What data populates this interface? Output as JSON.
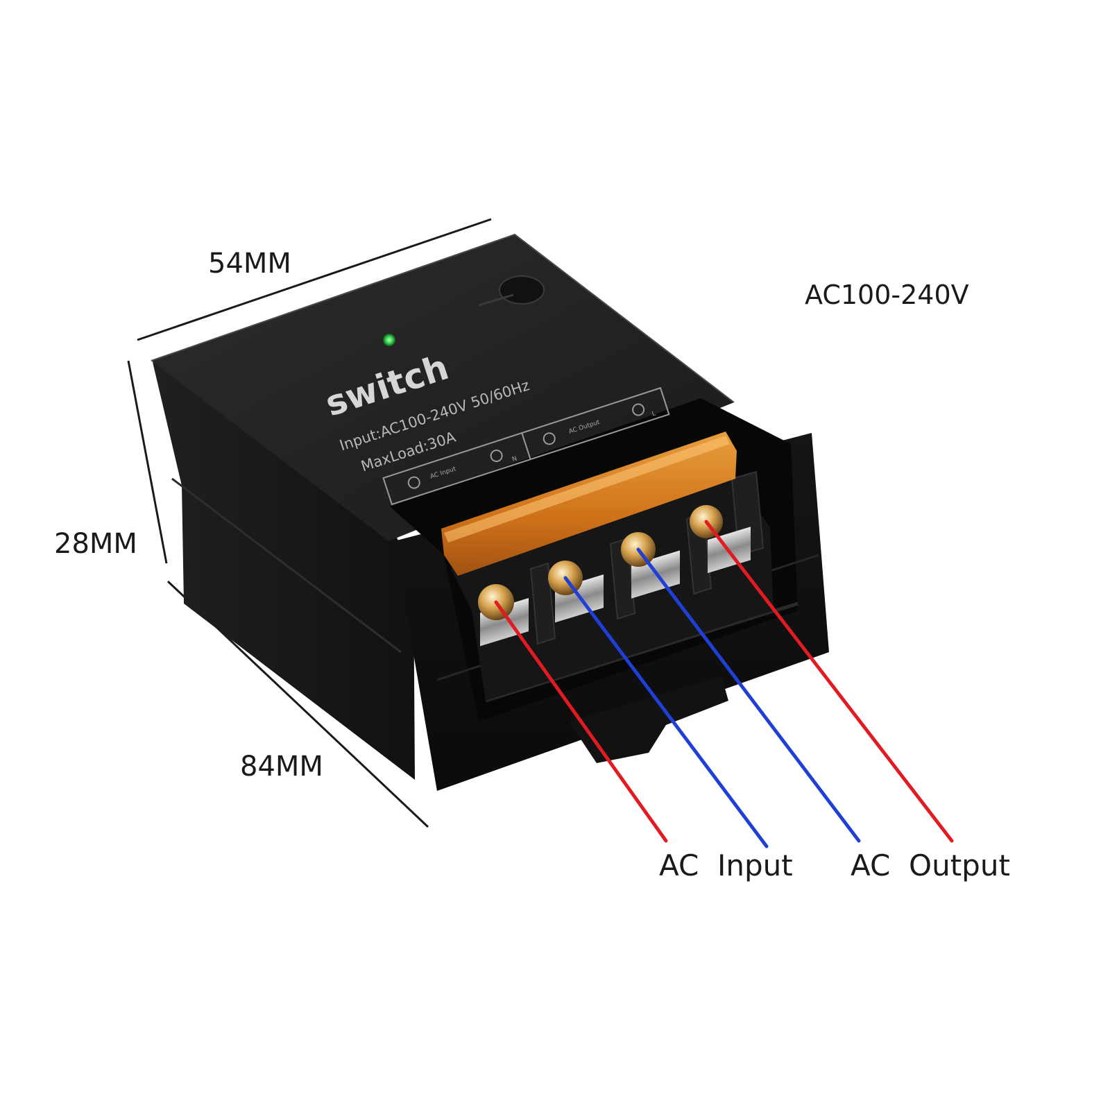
{
  "dimensions": {
    "width": "54MM",
    "height": "28MM",
    "depth": "84MM"
  },
  "spec": "AC100-240V",
  "device": {
    "brand": "switch",
    "input_line": "Input:AC100-240V 50/60Hz",
    "load_line": "MaxLoad:30A",
    "terminal_input_label": "AC Input",
    "terminal_output_label": "AC Output",
    "terminal_n": "N",
    "terminal_l": "L"
  },
  "wires": {
    "input_label": "AC  Input",
    "output_label": "AC  Output",
    "colors": {
      "live": "#e11b22",
      "neutral": "#1f3fd6"
    }
  },
  "colors": {
    "body": "#1c1c1c",
    "cover": "#e8891e",
    "led": "#3fdc55"
  },
  "icons": [
    "led-indicator-icon",
    "screw-terminal-icon"
  ]
}
